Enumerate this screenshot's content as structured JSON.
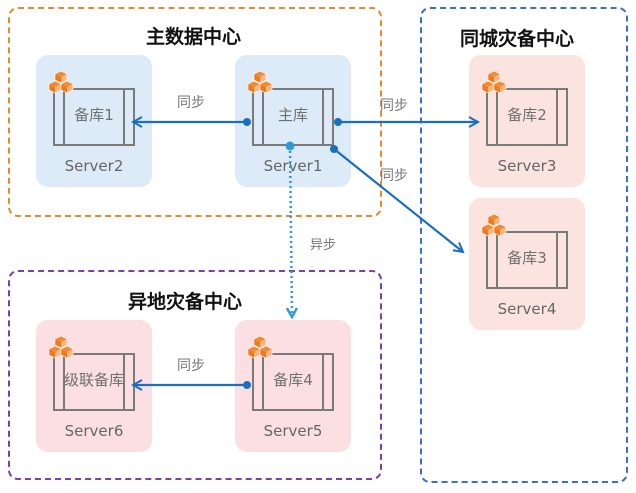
{
  "zones": {
    "primary": {
      "title": "主数据中心",
      "color": "#e98a2a"
    },
    "same_city": {
      "title": "同城灾备中心",
      "color": "#3a6fd0"
    },
    "remote": {
      "title": "异地灾备中心",
      "color": "#7a3fa8"
    }
  },
  "servers": {
    "server1": {
      "label": "Server1",
      "db": "主库",
      "role": "primary"
    },
    "server2": {
      "label": "Server2",
      "db": "备库1"
    },
    "server3": {
      "label": "Server3",
      "db": "备库2"
    },
    "server4": {
      "label": "Server4",
      "db": "备库3"
    },
    "server5": {
      "label": "Server5",
      "db": "备库4"
    },
    "server6": {
      "label": "Server6",
      "db": "级联备库"
    }
  },
  "edges": {
    "s1_s2": {
      "label": "同步",
      "type": "sync"
    },
    "s1_s3": {
      "label": "同步",
      "type": "sync"
    },
    "s1_s4": {
      "label": "同步",
      "type": "sync"
    },
    "s1_s5": {
      "label": "异步",
      "type": "async"
    },
    "s5_s6": {
      "label": "同步",
      "type": "sync"
    }
  },
  "colors": {
    "sync_line": "#1a6fc0",
    "async_line": "#2e9ad6",
    "cube": "#f07a1a",
    "db_outline": "#7a7a7a"
  },
  "icons": {
    "cube": "cubes-icon",
    "database": "database-icon"
  }
}
